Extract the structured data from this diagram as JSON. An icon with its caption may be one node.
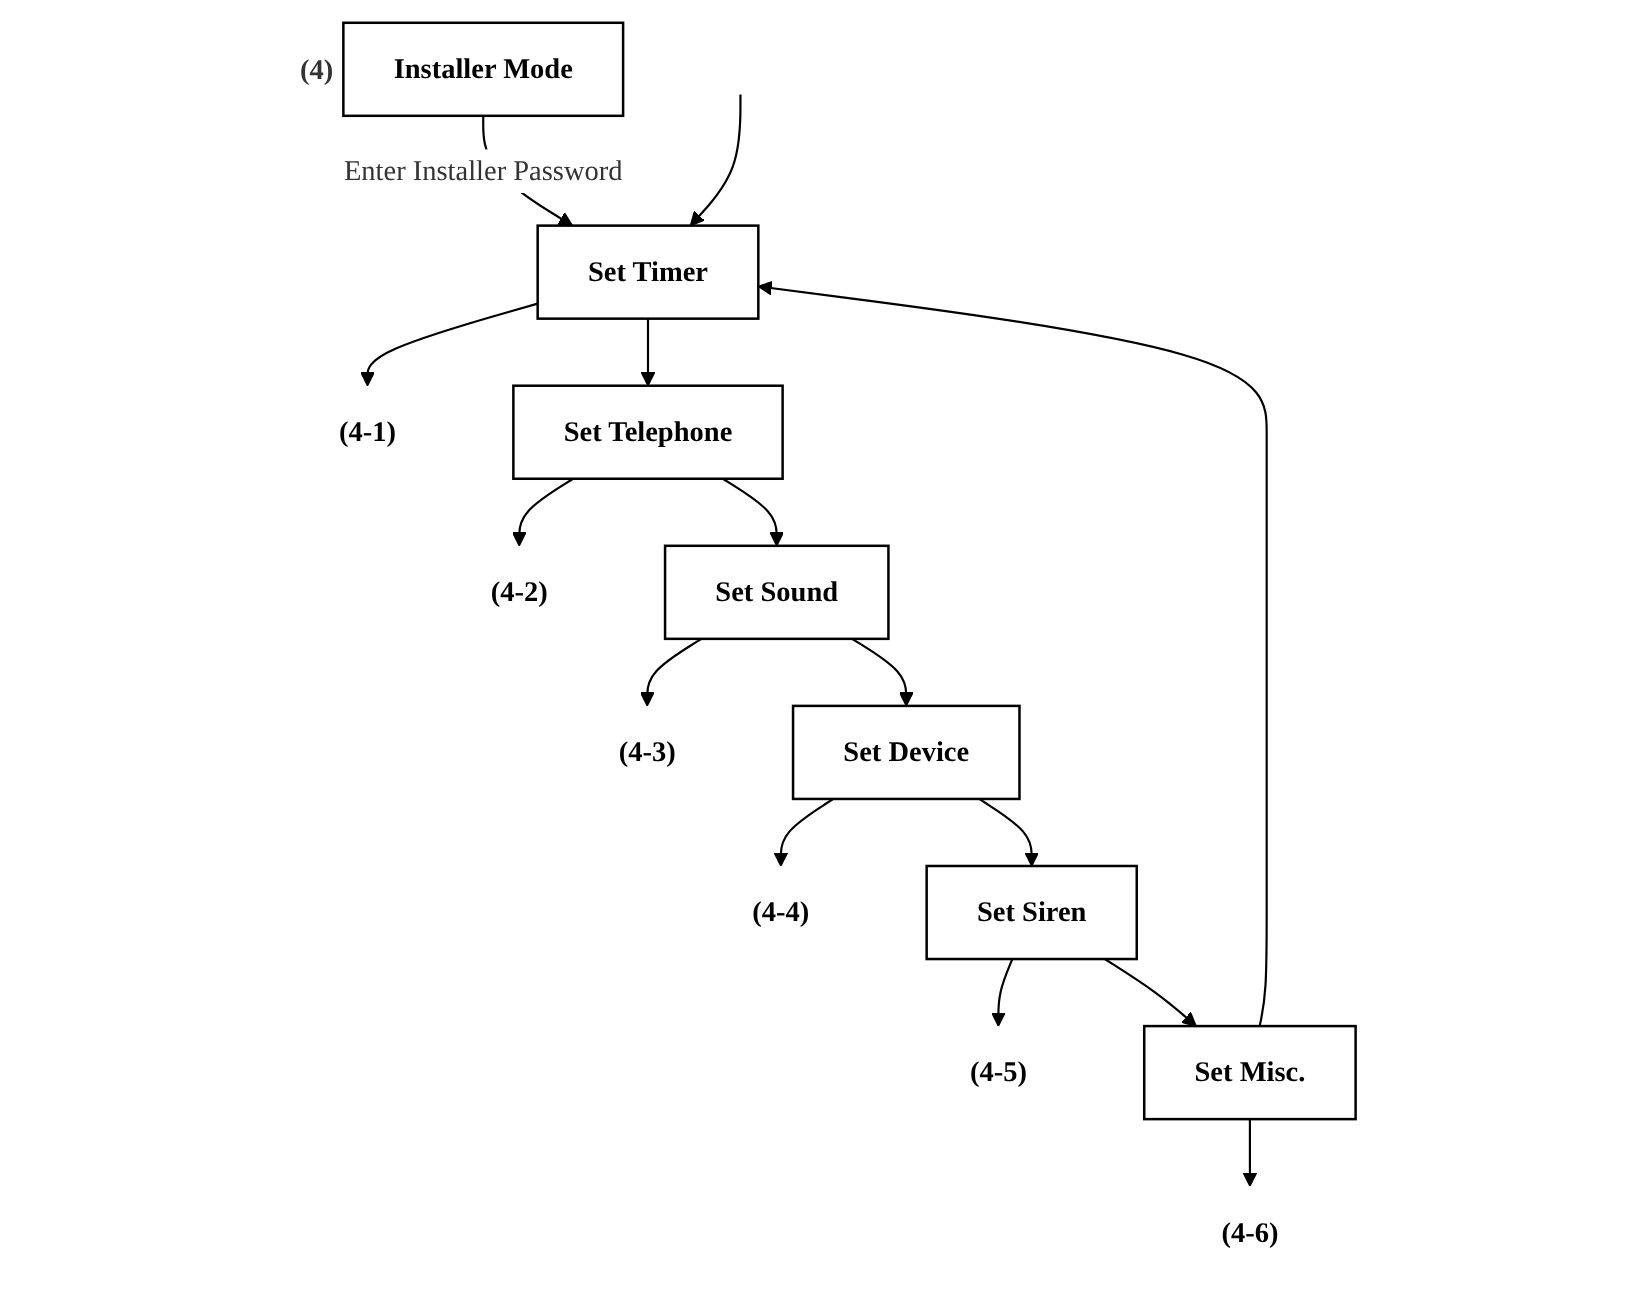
{
  "diagram": {
    "nodes": [
      {
        "text": [
          "Installer Mode"
        ],
        "beside": [
          "(4)"
        ]
      },
      {
        "text": [
          "Set Timer"
        ]
      },
      {
        "text": [
          "Set Telephone"
        ]
      },
      {
        "text": [
          "Set Sound"
        ]
      },
      {
        "text": [
          "Set Device"
        ]
      },
      {
        "text": [
          "Set Siren"
        ]
      },
      {
        "text": [
          "Set Misc."
        ]
      },
      {
        "text": [
          "(4-1)"
        ]
      },
      {
        "text": [
          "(4-2)"
        ]
      },
      {
        "text": [
          "(4-3)"
        ]
      },
      {
        "text": [
          "(4-4)"
        ]
      },
      {
        "text": [
          "(4-5)"
        ]
      },
      {
        "text": [
          "(4-6)"
        ]
      }
    ],
    "edges": [
      {
        "from": 0,
        "to": 1,
        "arrow": "to",
        "label": "Enter Installer Password"
      },
      {
        "from": 1,
        "to": 7,
        "arrow": "to"
      },
      {
        "from": 1,
        "to": 2,
        "arrow": "to"
      },
      {
        "from": 2,
        "to": 8,
        "arrow": "to"
      },
      {
        "from": 2,
        "to": 3,
        "arrow": "to"
      },
      {
        "from": 3,
        "to": 9,
        "arrow": "to"
      },
      {
        "from": 3,
        "to": 4,
        "arrow": "to"
      },
      {
        "from": 4,
        "to": 10,
        "arrow": "to"
      },
      {
        "from": 4,
        "to": 5,
        "arrow": "to"
      },
      {
        "from": 5,
        "to": 11,
        "arrow": "to"
      },
      {
        "from": 5,
        "to": 6,
        "arrow": "to"
      },
      {
        "from": 6,
        "to": 12,
        "arrow": "to"
      },
      {
        "from": 6,
        "to": 1,
        "arrow": "to"
      },
      {
        "from": null,
        "to": 1,
        "arrow": "to"
      }
    ]
  }
}
